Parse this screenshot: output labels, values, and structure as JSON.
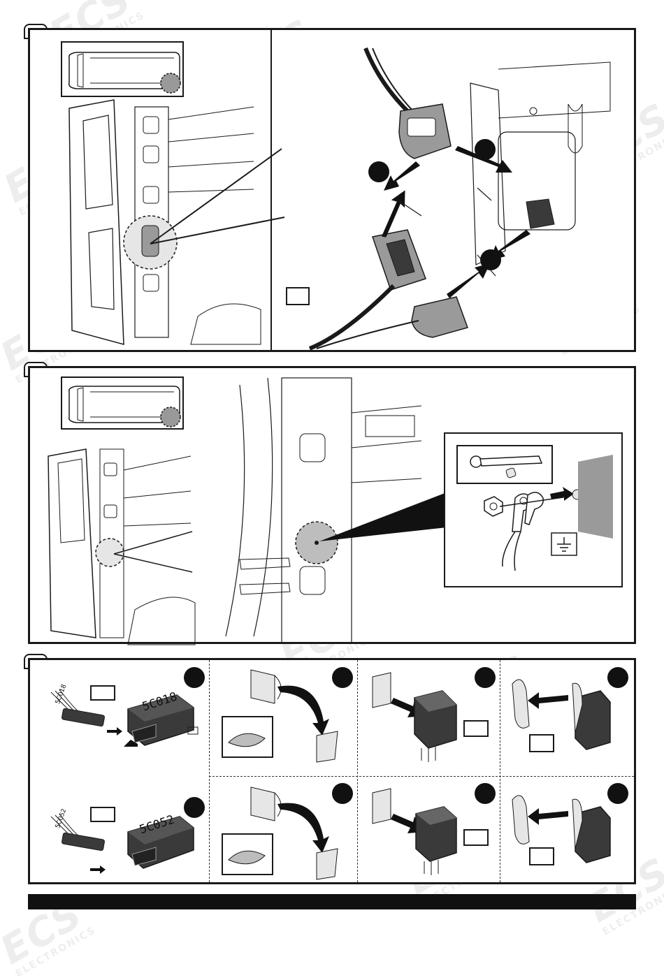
{
  "watermark": {
    "brand": "ECS",
    "subtitle": "ELECTRONICS"
  },
  "step3": {
    "module_a_code": "5C018",
    "module_b_code": "5C052",
    "wire_tag_a": "5C018",
    "wire_tag_b": "5C052"
  },
  "colors": {
    "line": "#1a1a1a",
    "fill_light": "#e6e6e6",
    "fill_mid": "#9a9a9a",
    "fill_dark": "#3a3a3a",
    "footer": "#111111"
  },
  "icons": [
    "van-topview-icon",
    "connector-plug-icon",
    "arrow-icon",
    "ratchet-wrench-icon",
    "nut-icon",
    "ring-terminal-icon",
    "ground-symbol-icon",
    "adhesive-pad-icon",
    "control-module-icon"
  ]
}
